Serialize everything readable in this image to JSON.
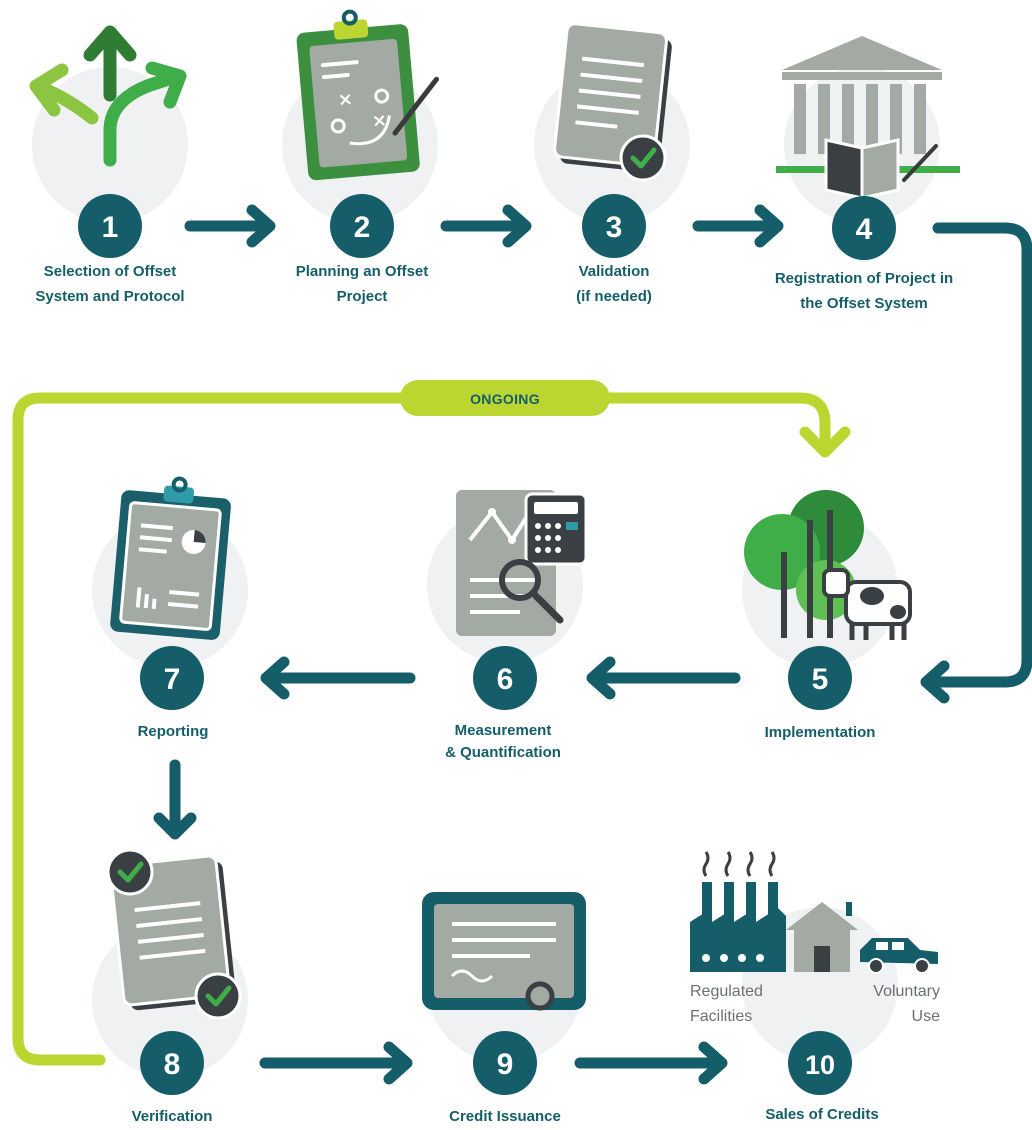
{
  "colors": {
    "teal": "#155e69",
    "lime": "#bcd631",
    "green_dark": "#3b8f3f",
    "green_light": "#8cc540",
    "gray": "#a3a9a3",
    "gray_bg": "#f0f1f2"
  },
  "ongoing_label": "ONGOING",
  "steps": [
    {
      "number": "1",
      "icon": "diverging-arrows-icon",
      "lines": [
        "Selection of Offset",
        "System and Protocol"
      ]
    },
    {
      "number": "2",
      "icon": "clipboard-plan-icon",
      "lines": [
        "Planning an Offset",
        "Project"
      ]
    },
    {
      "number": "3",
      "icon": "document-check-icon",
      "lines": [
        "Validation",
        "(if needed)"
      ]
    },
    {
      "number": "4",
      "icon": "registry-building-icon",
      "lines": [
        "Registration of Project in",
        "the Offset System"
      ]
    },
    {
      "number": "5",
      "icon": "trees-cow-icon",
      "lines": [
        "Implementation"
      ]
    },
    {
      "number": "6",
      "icon": "calculator-chart-icon",
      "lines": [
        "Measurement",
        "& Quantification"
      ]
    },
    {
      "number": "7",
      "icon": "clipboard-report-icon",
      "lines": [
        "Reporting"
      ]
    },
    {
      "number": "8",
      "icon": "verified-document-icon",
      "lines": [
        "Verification"
      ]
    },
    {
      "number": "9",
      "icon": "certificate-icon",
      "lines": [
        "Credit Issuance"
      ]
    },
    {
      "number": "10",
      "icon": "factory-house-car-icon",
      "lines": [
        "Sales of Credits"
      ]
    }
  ],
  "sales_sublabels": {
    "regulated": [
      "Regulated",
      "Facilities"
    ],
    "voluntary": [
      "Voluntary",
      "Use"
    ]
  }
}
